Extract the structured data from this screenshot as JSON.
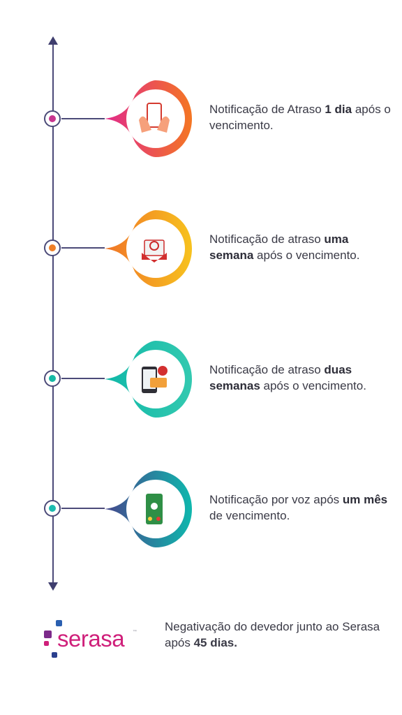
{
  "timeline": {
    "colors": {
      "line": "#4b4a78"
    },
    "steps": [
      {
        "pre": "Notificação de Atraso ",
        "bold": "1 dia",
        "post": " após o vencimento.",
        "icon": "hand-holding-phone-icon",
        "gradient": [
          "#e12a8a",
          "#f47623"
        ],
        "dot": "#c8358f"
      },
      {
        "pre": "Notificação de atraso ",
        "bold": "uma semana",
        "post": " após o vencimento.",
        "icon": "email-at-icon",
        "gradient": [
          "#f07427",
          "#f7c21e"
        ],
        "dot": "#f07f27"
      },
      {
        "pre": "Notificação de atraso ",
        "bold": "duas semanas",
        "post": " após o vencimento.",
        "icon": "phone-message-notification-icon",
        "gradient": [
          "#10b8a8",
          "#33c9b0"
        ],
        "dot": "#16b9a5"
      },
      {
        "pre": "Notificação por voz após ",
        "bold": "um mês",
        "post": " de vencimento.",
        "icon": "phone-voice-call-icon",
        "gradient": [
          "#45478d",
          "#0fb7ad"
        ],
        "dot": "#1dbbb0"
      }
    ]
  },
  "final": {
    "logo_text": "serasa",
    "logo_tm": "™",
    "pre": "Negativação do devedor junto ao Serasa após ",
    "bold": "45 dias."
  }
}
